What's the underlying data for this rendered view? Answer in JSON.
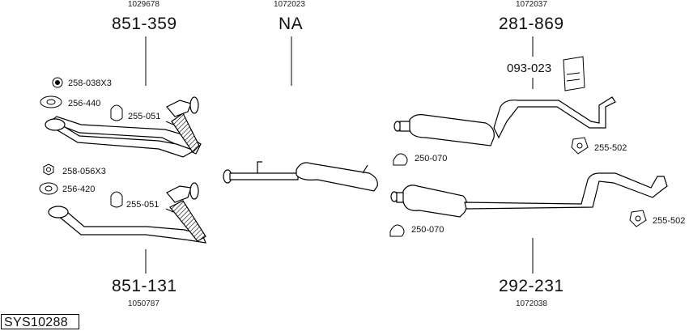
{
  "groups": [
    {
      "ref": "1029678",
      "part": "851-359"
    },
    {
      "ref": "1072023",
      "part": "NA"
    },
    {
      "ref": "1072037",
      "part": "281-869"
    },
    {
      "ref": "1050787",
      "part": "851-131"
    },
    {
      "ref": "1072038",
      "part": "292-231"
    }
  ],
  "labels": {
    "nut_upper": "258-038X3",
    "gasket_upper": "256-440",
    "clamp_upper": "255-051",
    "nut_lower": "258-056X3",
    "gasket_lower": "256-420",
    "clamp_lower": "255-051",
    "mount_kit": "093-023",
    "clamp_mid_upper": "250-070",
    "hanger_upper": "255-502",
    "clamp_mid_lower": "250-070",
    "hanger_lower": "255-502"
  },
  "system_id": "SYS10288"
}
